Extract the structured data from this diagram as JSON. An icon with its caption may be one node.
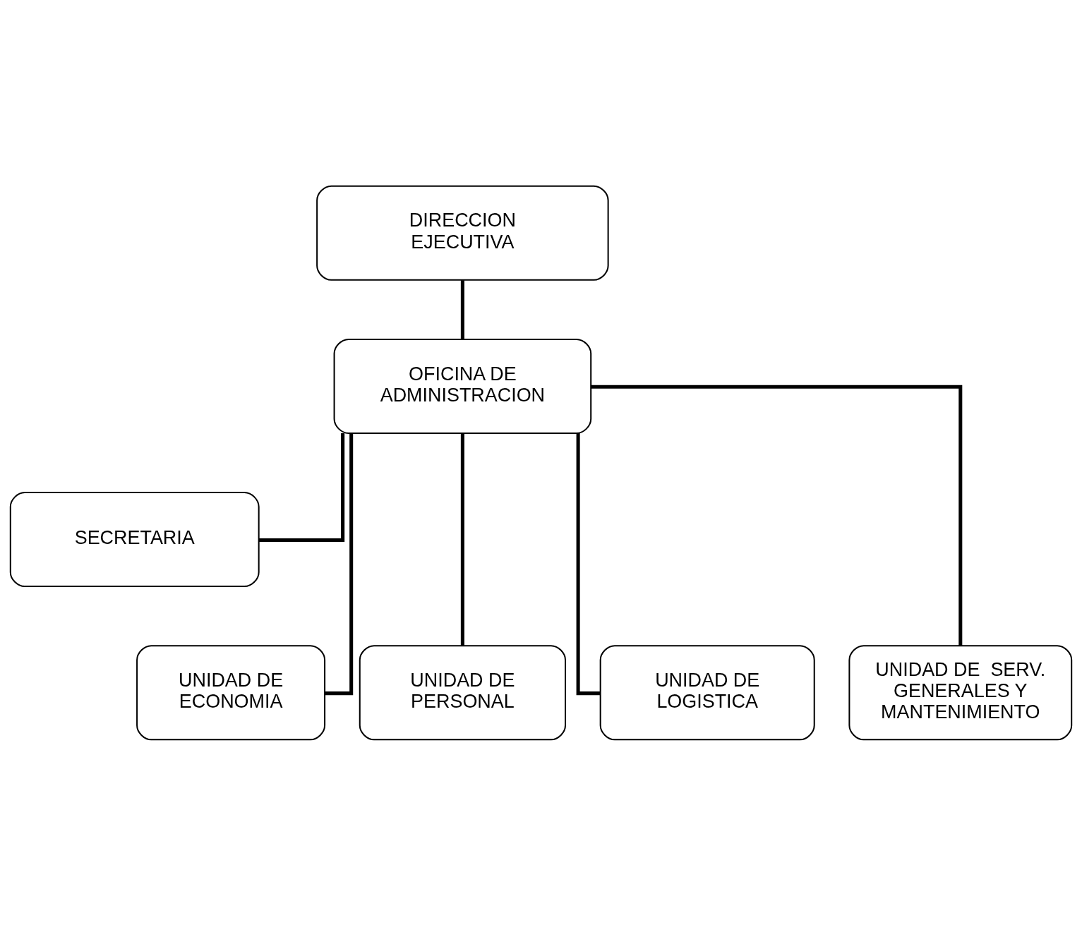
{
  "diagram": {
    "nodes": [
      {
        "text": [
          "DIRECCION EJECUTIVA"
        ]
      },
      {
        "text": [
          "OFICINA DE ADMINISTRACION"
        ]
      },
      {
        "text": [
          "SECRETARIA"
        ]
      },
      {
        "text": [
          "UNIDAD DE ECONOMIA"
        ]
      },
      {
        "text": [
          "UNIDAD DE PERSONAL"
        ]
      },
      {
        "text": [
          "UNIDAD DE LOGISTICA"
        ]
      },
      {
        "text": [
          "UNIDAD DE  SERV. GENERALES Y MANTENIMIENTO"
        ]
      }
    ],
    "edges": [
      {
        "from": 0,
        "to": 1,
        "arrow": "none"
      },
      {
        "from": 1,
        "to": 2,
        "arrow": "none"
      },
      {
        "from": 1,
        "to": 3,
        "arrow": "none"
      },
      {
        "from": 1,
        "to": 4,
        "arrow": "none"
      },
      {
        "from": 1,
        "to": 5,
        "arrow": "none"
      },
      {
        "from": 1,
        "to": 6,
        "arrow": "none"
      }
    ]
  }
}
